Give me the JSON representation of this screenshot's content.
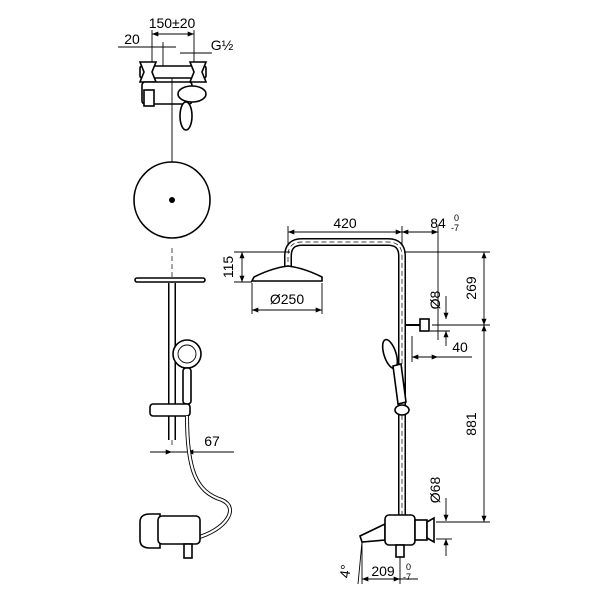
{
  "dimensions": {
    "top_width": "150±20",
    "offset": "20",
    "thread": "G½",
    "hose_offset": "67",
    "arm_length": "420",
    "arm_tol": {
      "value": "84",
      "upper": "0",
      "lower": "-7"
    },
    "head_height": "115",
    "head_diameter": "Ø250",
    "upper_height": "269",
    "bracket_diameter": "Ø8",
    "holder_offset": "40",
    "bar_height": "881",
    "mixer_diameter": "Ø68",
    "angle": "4°",
    "mixer_depth": {
      "value": "209",
      "upper": "0",
      "lower": "-7"
    }
  },
  "colors": {
    "line": "#000000",
    "background": "#ffffff"
  }
}
